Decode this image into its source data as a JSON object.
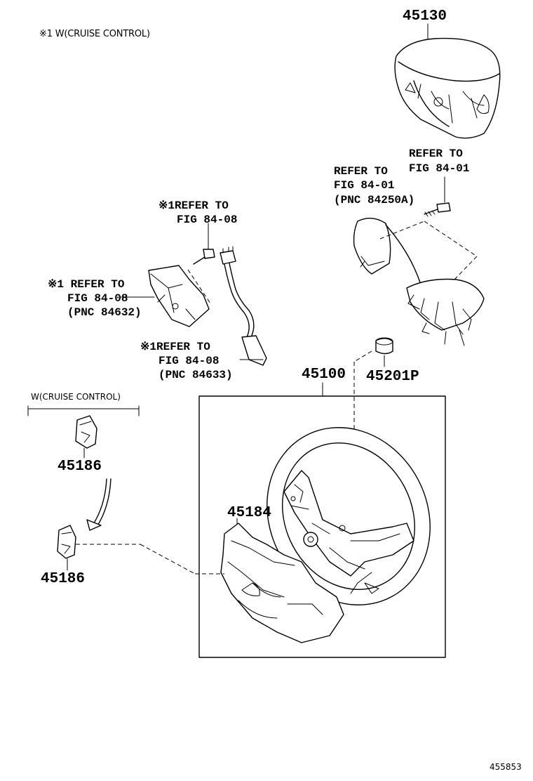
{
  "notes": {
    "top_note": "※1 W(CRUISE CONTROL)",
    "cruise_group_label": "W(CRUISE CONTROL)",
    "figure_id": "455853"
  },
  "parts": {
    "p45130": "45130",
    "p45100": "45100",
    "p45201P": "45201P",
    "p45184": "45184",
    "p45186_a": "45186",
    "p45186_b": "45186"
  },
  "refs": {
    "ref_84250A": {
      "line1": "REFER TO",
      "line2": "FIG 84-01",
      "line3": "(PNC 84250A)"
    },
    "ref_bolt": {
      "line1": "REFER TO",
      "line2": "FIG 84-01"
    },
    "ref_clock": {
      "line1": "※1REFER TO",
      "line2": "FIG 84-08"
    },
    "ref_84632": {
      "line1": "※1 REFER TO",
      "line2": "FIG 84-08",
      "line3": "(PNC 84632)"
    },
    "ref_84633": {
      "line1": "※1REFER TO",
      "line2": "FIG 84-08",
      "line3": "(PNC 84633)"
    }
  }
}
